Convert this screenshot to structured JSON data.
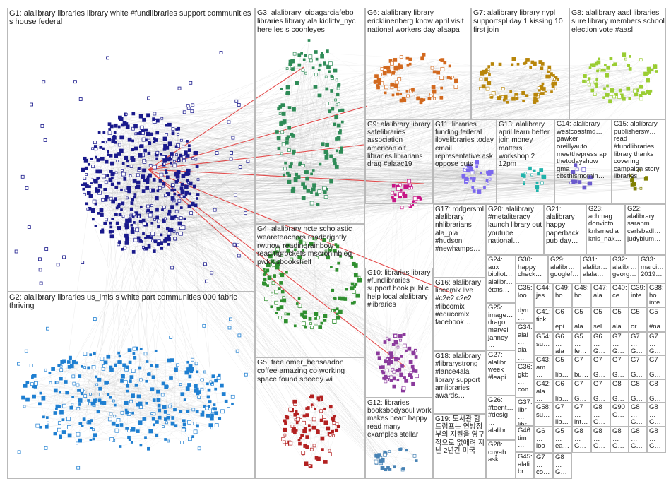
{
  "colors": {
    "edge": "#9a9a9a",
    "edge_highlight": "#e03030",
    "box_border": "#b9b9b9",
    "G1": "#1a1a8c",
    "G2": "#1f7fd1",
    "G3": "#2e8b57",
    "G4": "#2f8f2f",
    "G5": "#b32020",
    "G6": "#d2691e",
    "G7": "#b8860b",
    "G8": "#9acd32",
    "G9": "#c71585",
    "G10": "#8b3a9c",
    "G11": "#7b68ee",
    "G12": "#4682b4",
    "G13": "#20b2aa",
    "G14": "#6a5acd",
    "G15": "#808000"
  },
  "groups": [
    {
      "id": "G1",
      "label": "G1: alalibrary libraries library white #fundlibraries support communities s house federal"
    },
    {
      "id": "G2",
      "label": "G2: alalibrary libraries us_imls s white part communities 000 fabric thriving"
    },
    {
      "id": "G3",
      "label": "G3: alalibrary loidagarciafebo libraries library ala kidlittv_nyc here les s coonleyes"
    },
    {
      "id": "G4",
      "label": "G4: alalibrary ncte scholastic weareteachers readbrightly rwtnow readingrainbow readingrockets mscroninblog pwkidsbookshelf"
    },
    {
      "id": "G5",
      "label": "G5: free omer_bensaadon coffee amazing co working space found speedy wi"
    },
    {
      "id": "G6",
      "label": "G6: alalibrary library ericklinenberg know april visit national workers day alaapa"
    },
    {
      "id": "G7",
      "label": "G7: alalibrary library nypl supportspl day 1 kissing 10 first join"
    },
    {
      "id": "G8",
      "label": "G8: alalibrary aasl libraries sure library members school election vote #aasl"
    },
    {
      "id": "G9",
      "label": "G9: alalibrary library safelibraries association american oif libraries librarians drag #alaac19"
    },
    {
      "id": "G10",
      "label": "G10: libraries library #fundlibraries support book public help local alalibrary #libraries"
    },
    {
      "id": "G11",
      "label": "G11: libraries funding federal ilovelibraries today email representative ask oppose cuts"
    },
    {
      "id": "G12",
      "label": "G12: libraries booksbodysoul work makes heart happy read many examples stellar"
    },
    {
      "id": "G13",
      "label": "G13: alalibrary april learn better join money matters workshop 2 12pm"
    },
    {
      "id": "G14",
      "label": "G14: alalibrary westcoastmd… gawker oreillyauto meetthepress ap thetodayshow gma cbsthismornin…"
    },
    {
      "id": "G15",
      "label": "G15: alalibrary publishersw… read #fundlibraries library thanks covering campaign story libraries"
    },
    {
      "id": "G16",
      "label": "G16: alalibrary libcomix live #c2e2 c2e2 #libcomix #educomix facebook…"
    },
    {
      "id": "G17",
      "label": "G17: rodgersml alalibrary nhlibrarians ala_pla #hudson #newhamps…"
    },
    {
      "id": "G18",
      "label": "G18: alalibrary #librarystrong #lance4ala library support amlibraries awards…"
    },
    {
      "id": "G19",
      "label": "G19: 도서관 함 트럼프는 연방정부의 지원을 영구적으로 없애려 지난 2년간 미국"
    },
    {
      "id": "G20",
      "label": "G20: alalibrary #metaliteracy launch library out youtube national…"
    },
    {
      "id": "G21",
      "label": "G21: alalibrary happy paperback pub day…"
    },
    {
      "id": "G22",
      "label": "G22: alalibrary sarahm… carlsbadl… judyblum…"
    },
    {
      "id": "G23",
      "label": "G23: achmag… donvicto… knlsmedia knls_nak…"
    },
    {
      "id": "G24",
      "label": "G24: aux bibliot… alalibr… états…"
    },
    {
      "id": "G25",
      "label": "G25: image… drago… marvel jahnoy…"
    },
    {
      "id": "G26",
      "label": "G26: #teent… #desig… alalibr…"
    },
    {
      "id": "G27",
      "label": "G27: alalibr… week #leapi…"
    },
    {
      "id": "G28",
      "label": "G28: cuyah… ask…"
    },
    {
      "id": "G29",
      "label": "G29: alalibr… googlef…"
    },
    {
      "id": "G30",
      "label": "G30: happy check…"
    },
    {
      "id": "G31",
      "label": "G31: alalibr… alala…"
    },
    {
      "id": "G32",
      "label": "G32: alalibr… georg…"
    },
    {
      "id": "G33",
      "label": "G33: marci… 2019…"
    },
    {
      "id": "G34",
      "label": "G34: alal… ala…"
    },
    {
      "id": "G35",
      "label": "G35: loo… dyn… inn…"
    },
    {
      "id": "G36",
      "label": "G36: gkb… con…"
    },
    {
      "id": "G37",
      "label": "G37: libr… libr…"
    },
    {
      "id": "G38",
      "label": "G38: ho… inte…"
    },
    {
      "id": "G39",
      "label": "G39: inte…"
    },
    {
      "id": "G40",
      "label": "G40: ce…"
    },
    {
      "id": "G41",
      "label": "G41: tick…"
    },
    {
      "id": "G42",
      "label": "G42: ala…"
    },
    {
      "id": "G43",
      "label": "G43: am…"
    },
    {
      "id": "G44",
      "label": "G44: jes…"
    },
    {
      "id": "G45",
      "label": "G45: alalibr…"
    },
    {
      "id": "G46",
      "label": "G46: tim…"
    },
    {
      "id": "G47",
      "label": "G47: ala…"
    },
    {
      "id": "G48",
      "label": "G48: ho…"
    },
    {
      "id": "G49",
      "label": "G49: ho…"
    },
    {
      "id": "G50",
      "label": "G5… lib…"
    },
    {
      "id": "G51",
      "label": "G5… sel…"
    },
    {
      "id": "G52",
      "label": "G5… fe…"
    },
    {
      "id": "G53",
      "label": "G5… ala…"
    },
    {
      "id": "G54",
      "label": "G54: su…"
    },
    {
      "id": "G55",
      "label": "G5… ala…"
    },
    {
      "id": "G56",
      "label": "G5… #na…"
    },
    {
      "id": "G57",
      "label": "G5… or…"
    },
    {
      "id": "G58",
      "label": "G58: su…"
    },
    {
      "id": "G59",
      "label": "G5… ea…"
    },
    {
      "id": "G60",
      "label": "G6… epi…"
    },
    {
      "id": "G61",
      "label": "G6… loo…"
    },
    {
      "id": "G62",
      "label": "G6… ala…"
    },
    {
      "id": "G63",
      "label": "G6… G…"
    },
    {
      "id": "G64",
      "label": "G6… lib…"
    },
    {
      "id": "G65",
      "label": "G7… G…"
    },
    {
      "id": "G66",
      "label": "G7… G…"
    },
    {
      "id": "G67",
      "label": "G7… lib…"
    },
    {
      "id": "G68",
      "label": "G7… co…"
    },
    {
      "id": "G69",
      "label": "G7… bu…"
    },
    {
      "id": "G70",
      "label": "G7… int…"
    },
    {
      "id": "G71",
      "label": "G7… G…"
    },
    {
      "id": "G72",
      "label": "G7… G…"
    },
    {
      "id": "G73",
      "label": "G7… G…"
    },
    {
      "id": "G74",
      "label": "G7… G…"
    },
    {
      "id": "G75",
      "label": "G7… G…"
    },
    {
      "id": "G76",
      "label": "G7… G…"
    },
    {
      "id": "G77",
      "label": "G7… G…"
    },
    {
      "id": "G78",
      "label": "G8… G…"
    },
    {
      "id": "G79",
      "label": "G8… G…"
    },
    {
      "id": "G80",
      "label": "G8… G…"
    },
    {
      "id": "G81",
      "label": "G8… G…"
    },
    {
      "id": "G82",
      "label": "G8… G…"
    },
    {
      "id": "G83",
      "label": "G8… G…"
    },
    {
      "id": "G84",
      "label": "G8… G…"
    },
    {
      "id": "G85",
      "label": "G8… G…"
    },
    {
      "id": "G86",
      "label": "G8… G…"
    },
    {
      "id": "G87",
      "label": "G8… G…"
    },
    {
      "id": "G88",
      "label": "G8… G…"
    },
    {
      "id": "G89",
      "label": "G8… G…"
    },
    {
      "id": "G90",
      "label": "G90 G…"
    }
  ]
}
